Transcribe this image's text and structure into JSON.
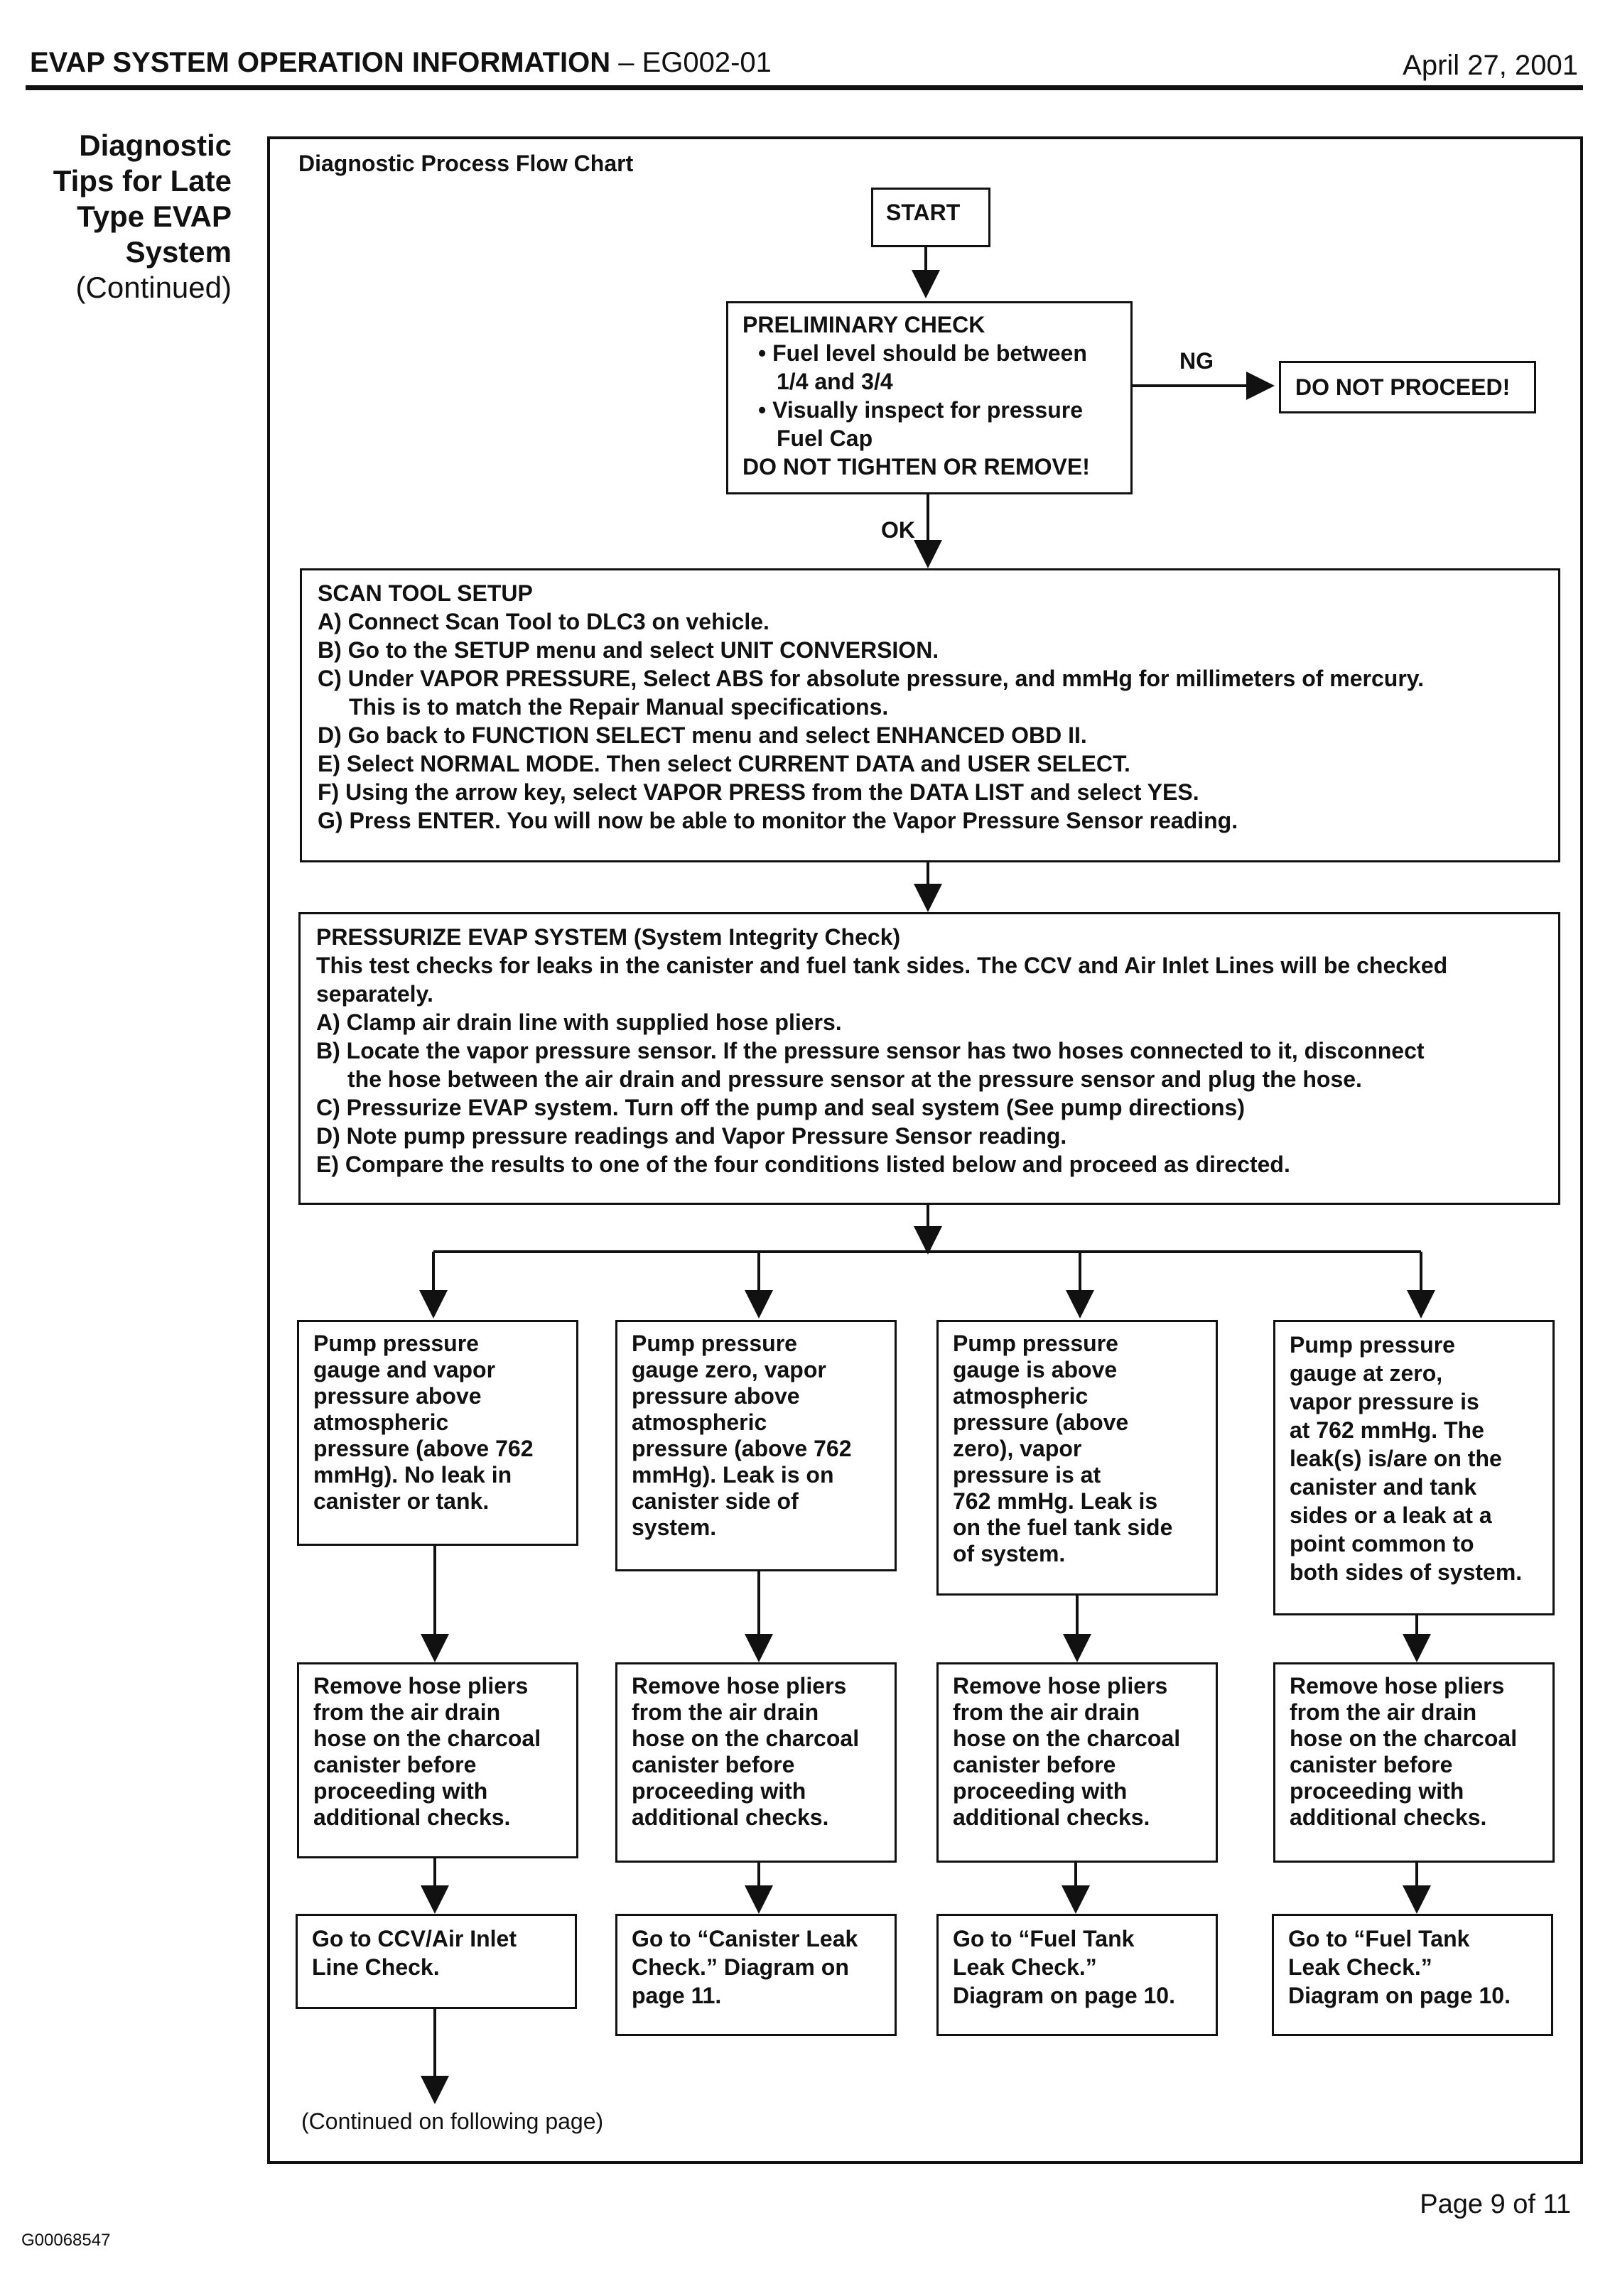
{
  "header": {
    "title_bold": "EVAP SYSTEM OPERATION INFORMATION",
    "title_rest": " – EG002-01",
    "date": "April 27, 2001"
  },
  "sidebar": {
    "title_lines": [
      "Diagnostic",
      "Tips for Late",
      "Type EVAP",
      "System"
    ],
    "subtitle": "(Continued)"
  },
  "chart": {
    "label": "Diagnostic Process Flow Chart",
    "start": "START",
    "preliminary": [
      "PRELIMINARY CHECK",
      "• Fuel level should be between",
      "1/4 and 3/4",
      "• Visually inspect for pressure",
      "Fuel Cap",
      "DO NOT TIGHTEN OR REMOVE!"
    ],
    "ng_label": "NG",
    "ok_label": "OK",
    "do_not_proceed": "DO NOT PROCEED!",
    "scan_tool": [
      "SCAN TOOL SETUP",
      "A) Connect Scan Tool to DLC3 on vehicle.",
      "B) Go to the SETUP menu and select UNIT CONVERSION.",
      "C) Under VAPOR PRESSURE, Select ABS for absolute pressure, and mmHg for millimeters of mercury.",
      "This is to match the Repair Manual specifications.",
      "D) Go back to FUNCTION SELECT menu and select ENHANCED OBD II.",
      "E) Select NORMAL MODE. Then select CURRENT DATA and USER SELECT.",
      "F) Using the arrow key, select VAPOR PRESS from the DATA LIST and select YES.",
      "G) Press ENTER. You will now be able to monitor the Vapor Pressure Sensor reading."
    ],
    "pressurize": [
      "PRESSURIZE EVAP SYSTEM (System Integrity Check)",
      "This test checks for leaks in the canister and fuel tank sides. The CCV and Air Inlet Lines will be checked",
      "separately.",
      "A) Clamp air drain line with supplied hose pliers.",
      "B) Locate the vapor pressure sensor. If the pressure sensor has two hoses connected to it, disconnect",
      "the hose between the air drain and pressure sensor at the pressure sensor and plug the hose.",
      "C) Pressurize EVAP system. Turn off the pump and seal system (See pump directions)",
      "D) Note pump pressure readings and Vapor Pressure Sensor reading.",
      "E) Compare the results to one of the four conditions listed below and proceed as directed."
    ],
    "conditions": [
      [
        "Pump pressure",
        "gauge and vapor",
        "pressure above",
        "atmospheric",
        "pressure (above 762",
        "mmHg).  No leak in",
        "canister or tank."
      ],
      [
        "Pump pressure",
        "gauge zero, vapor",
        "pressure above",
        "atmospheric",
        "pressure (above 762",
        "mmHg).  Leak is on",
        "canister side of",
        "system."
      ],
      [
        "Pump pressure",
        "gauge is above",
        "atmospheric",
        "pressure (above",
        "zero), vapor",
        "pressure is at",
        "762 mmHg.  Leak is",
        "on the fuel tank side",
        "of system."
      ],
      [
        "Pump pressure",
        "gauge at zero,",
        "vapor pressure is",
        "at 762 mmHg.  The",
        "leak(s) is/are on the",
        "canister and tank",
        "sides or a leak at a",
        "point common to",
        "both sides of system."
      ]
    ],
    "remove_pliers": [
      "Remove hose pliers",
      "from the air drain",
      "hose on the charcoal",
      "canister before",
      "proceeding with",
      "additional checks."
    ],
    "goto": [
      [
        "Go to CCV/Air Inlet",
        "Line Check."
      ],
      [
        "Go to “Canister Leak",
        "Check.”  Diagram on",
        "page 11."
      ],
      [
        "Go to “Fuel Tank",
        "Leak Check.”",
        "Diagram on page 10."
      ],
      [
        "Go to “Fuel Tank",
        "Leak Check.”",
        "Diagram on page 10."
      ]
    ],
    "continued": "(Continued on following page)"
  },
  "footer": {
    "page": "Page 9 of 11",
    "doc_id": "G00068547"
  }
}
